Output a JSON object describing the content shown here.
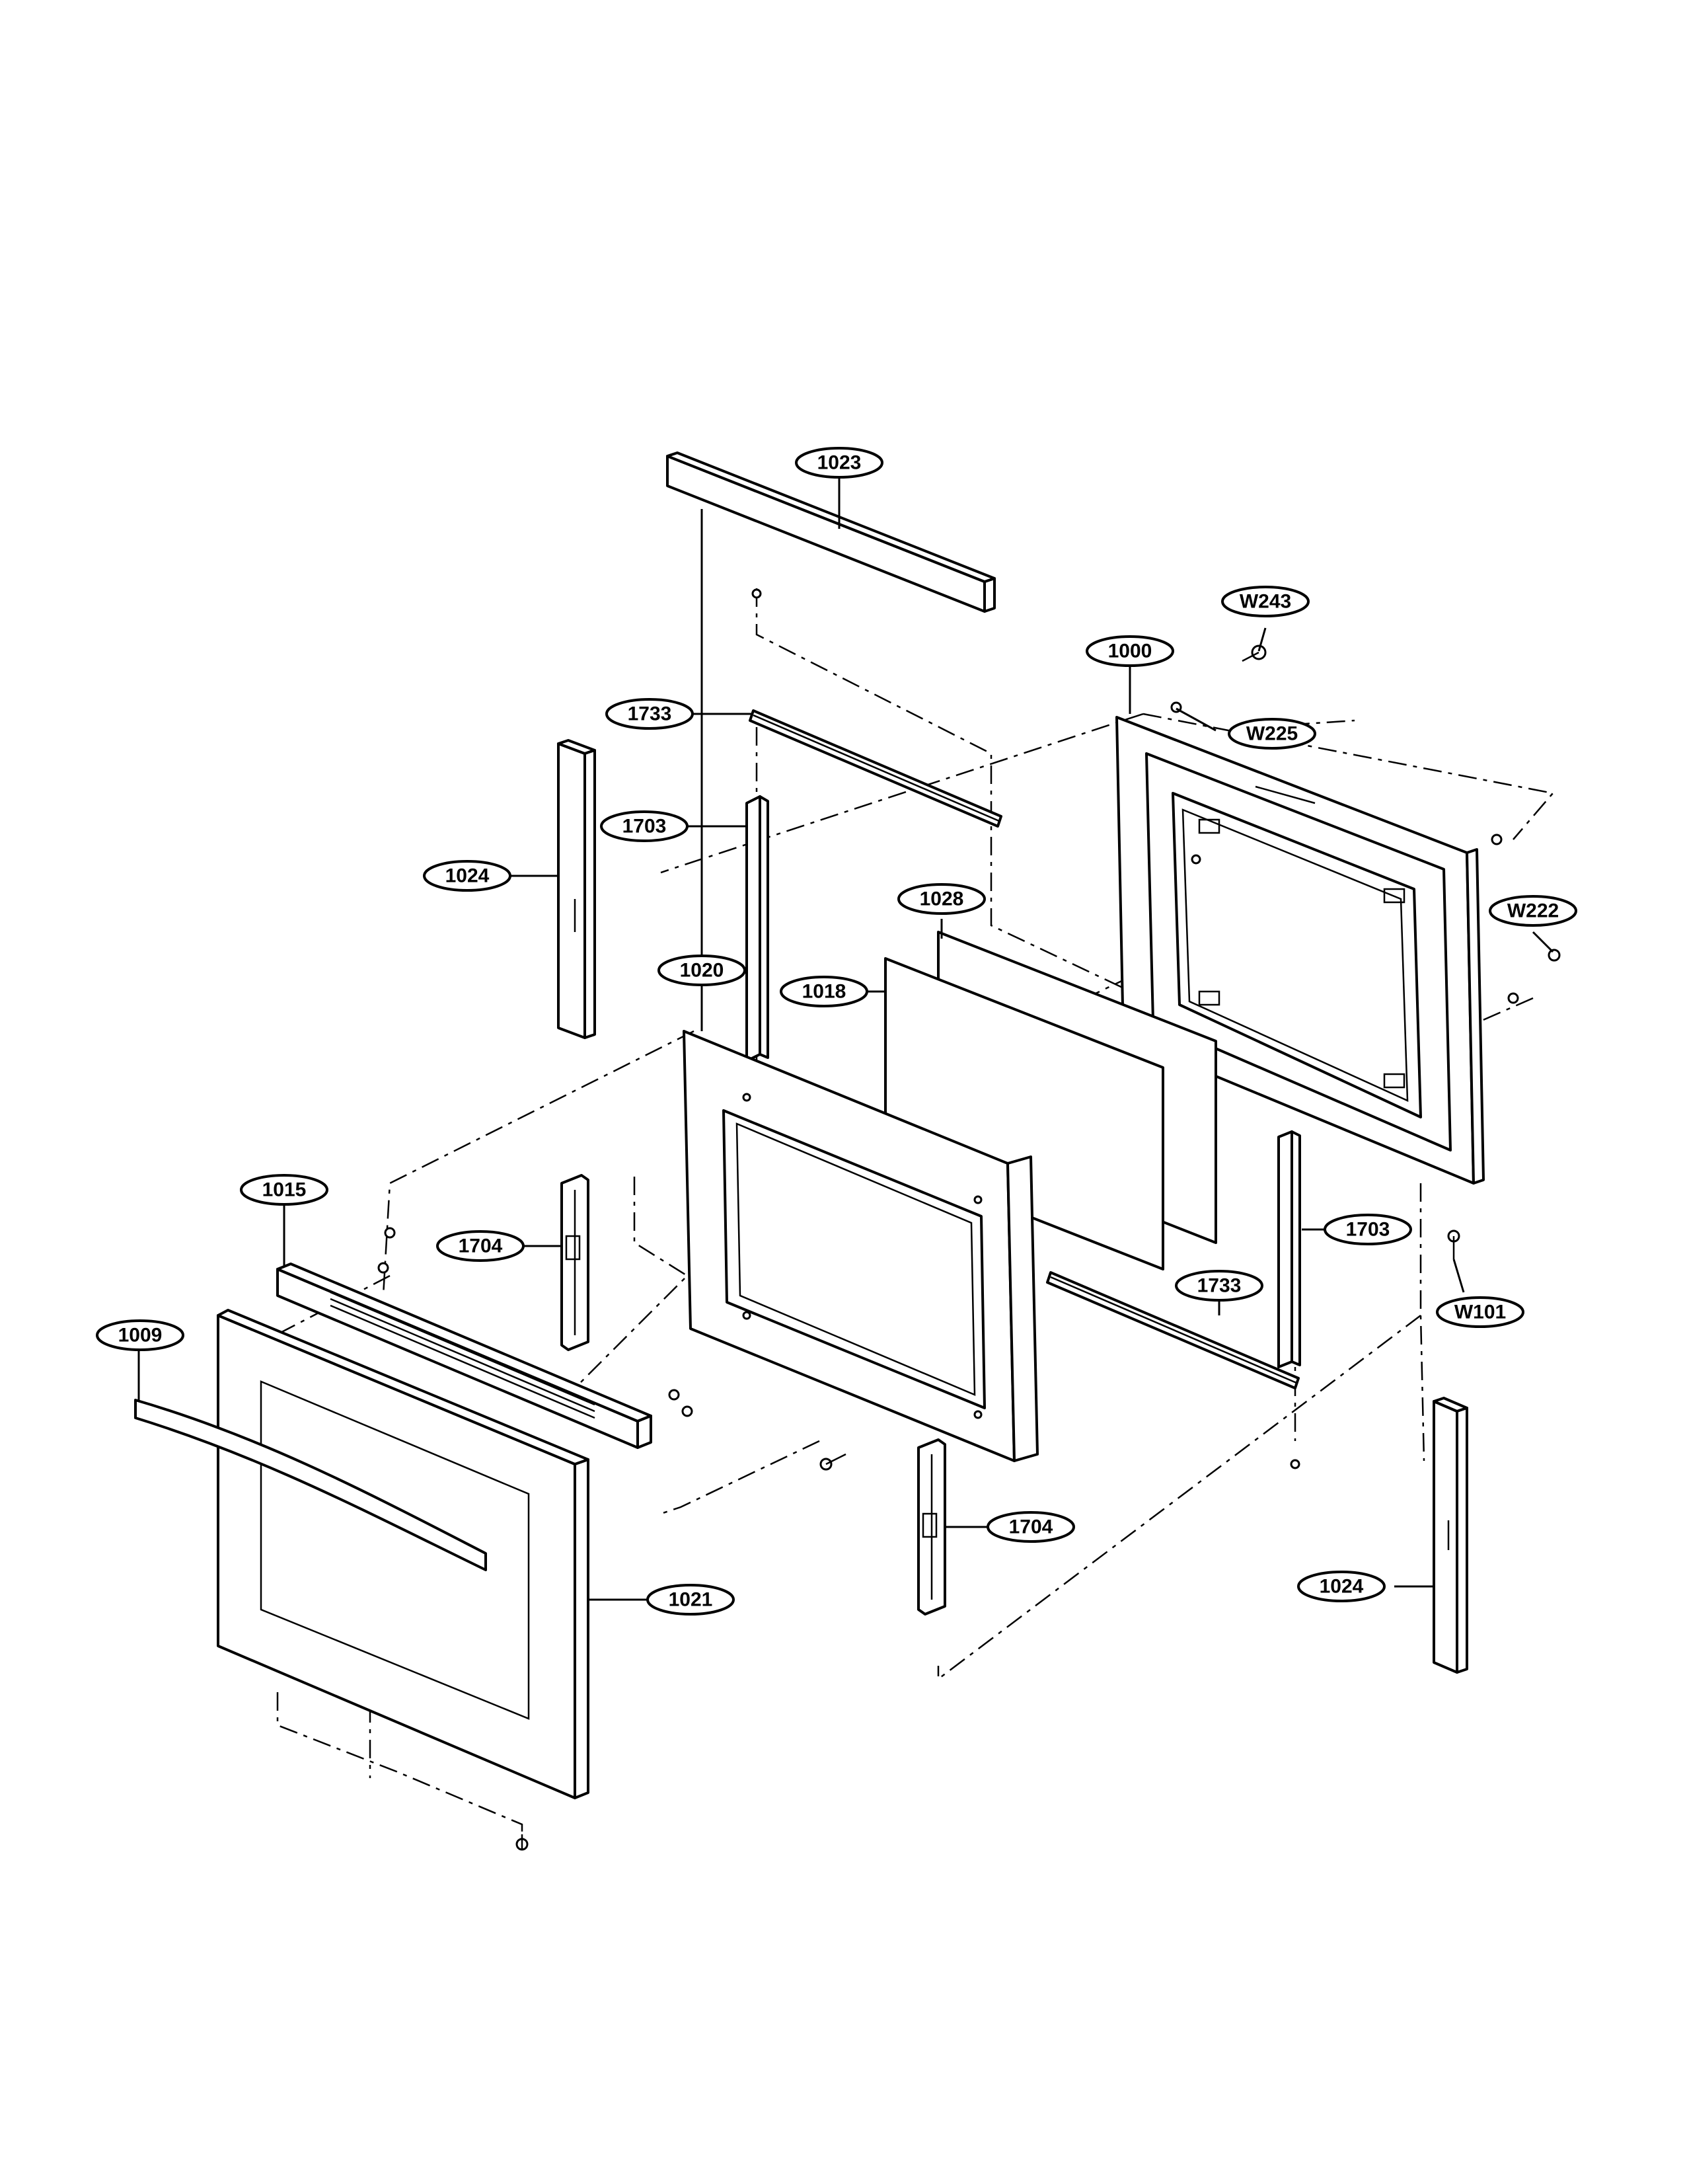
{
  "diagram": {
    "callouts": [
      {
        "id": "c1023a",
        "label": "1023"
      },
      {
        "id": "c1000",
        "label": "1000"
      },
      {
        "id": "cw243",
        "label": "W243"
      },
      {
        "id": "c1733a",
        "label": "1733"
      },
      {
        "id": "cw225",
        "label": "W225"
      },
      {
        "id": "c1703a",
        "label": "1703"
      },
      {
        "id": "c1024a",
        "label": "1024"
      },
      {
        "id": "c1028",
        "label": "1028"
      },
      {
        "id": "cw222",
        "label": "W222"
      },
      {
        "id": "c1020",
        "label": "1020"
      },
      {
        "id": "c1018",
        "label": "1018"
      },
      {
        "id": "c1015",
        "label": "1015"
      },
      {
        "id": "c1704a",
        "label": "1704"
      },
      {
        "id": "c1703b",
        "label": "1703"
      },
      {
        "id": "c1733b",
        "label": "1733"
      },
      {
        "id": "cw101",
        "label": "W101"
      },
      {
        "id": "c1009",
        "label": "1009"
      },
      {
        "id": "c1704b",
        "label": "1704"
      },
      {
        "id": "c1021",
        "label": "1021"
      },
      {
        "id": "c1024b",
        "label": "1024"
      }
    ]
  }
}
